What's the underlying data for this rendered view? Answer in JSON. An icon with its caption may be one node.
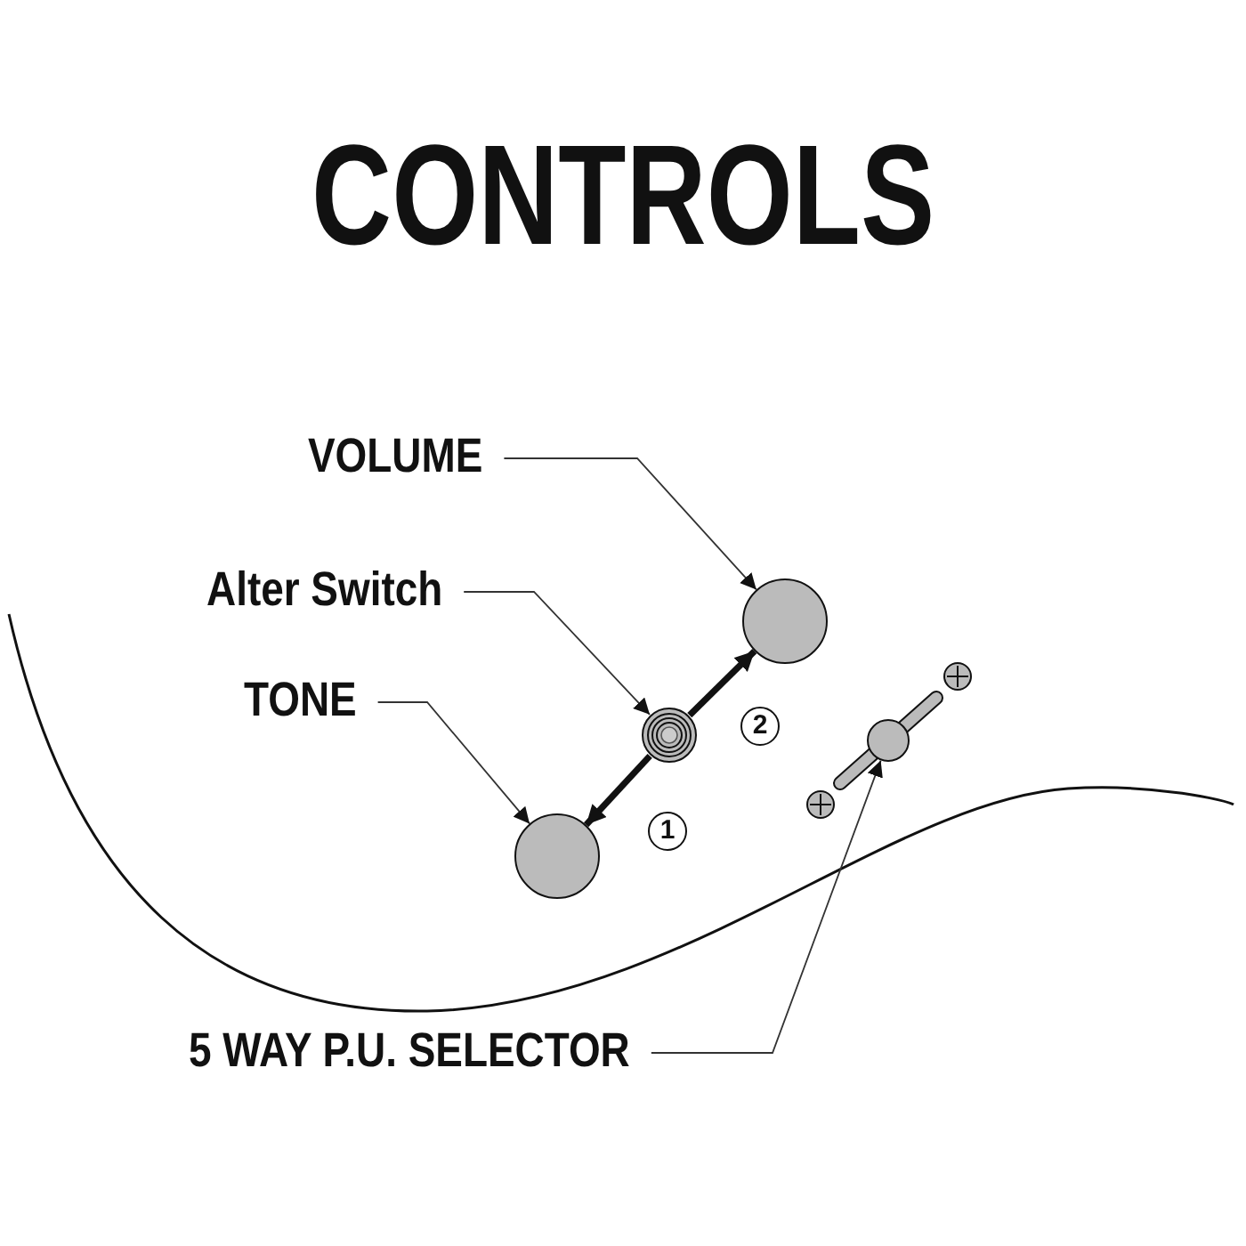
{
  "diagram": {
    "title": "CONTROLS",
    "nodes": [
      {
        "text": [
          "VOLUME"
        ]
      },
      {
        "text": [
          "Alter Switch"
        ]
      },
      {
        "text": [
          "TONE"
        ]
      },
      {
        "text": [
          "5 WAY P.U. SELECTOR"
        ]
      },
      {
        "text": [],
        "shape": "circle"
      },
      {
        "text": [],
        "shape": "circle"
      },
      {
        "text": [],
        "shape": "circle"
      },
      {
        "text": [],
        "shape": "circle"
      }
    ],
    "edges": [
      {
        "from": 0,
        "to": 4,
        "arrow": "to"
      },
      {
        "from": 1,
        "to": 5,
        "arrow": "to"
      },
      {
        "from": 2,
        "to": 6,
        "arrow": "to"
      },
      {
        "from": 3,
        "to": 7,
        "arrow": "to"
      },
      {
        "from": 5,
        "to": 6,
        "arrow": "to",
        "label": "1",
        "style": "thick"
      },
      {
        "from": 5,
        "to": 4,
        "arrow": "to",
        "label": "2",
        "style": "thick"
      }
    ]
  }
}
